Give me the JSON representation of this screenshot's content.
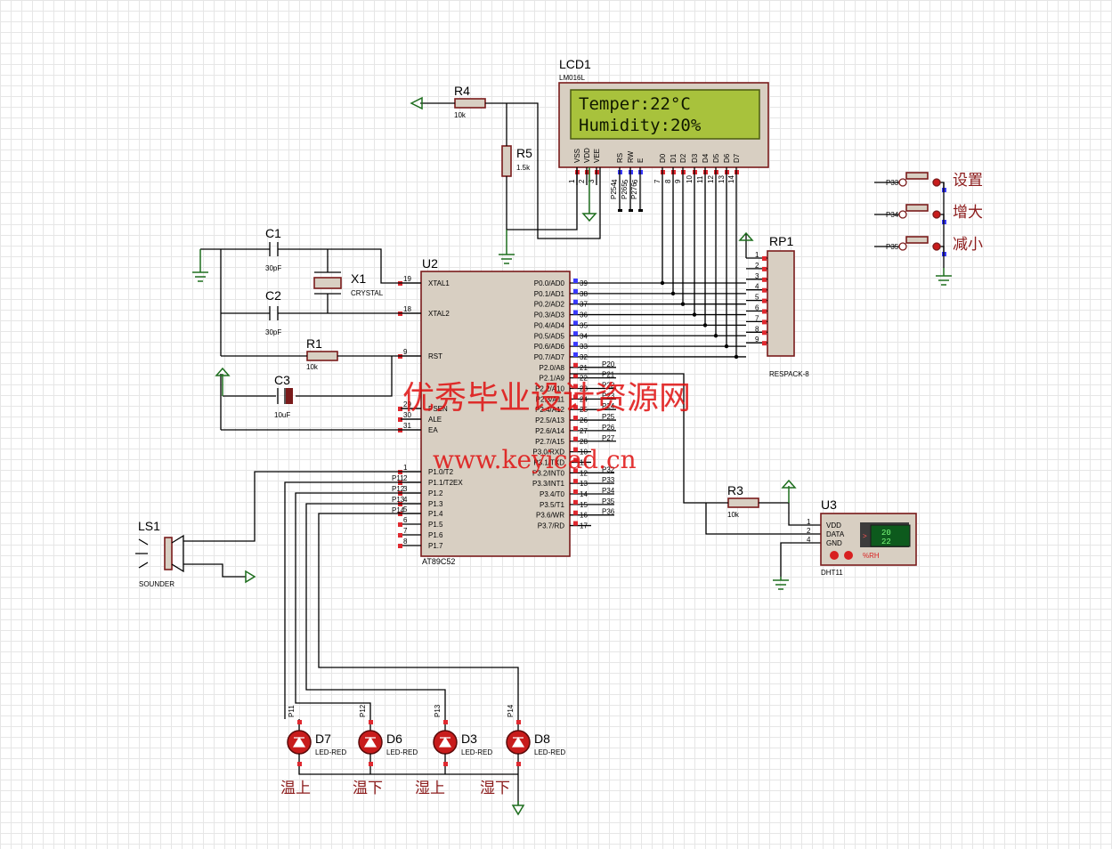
{
  "lcd": {
    "ref": "LCD1",
    "model": "LM016L",
    "line1": "Temper:22°C",
    "line2": "Humidity:20%",
    "pins": [
      "VSS",
      "VDD",
      "VEE",
      "RS",
      "RW",
      "E",
      "D0",
      "D1",
      "D2",
      "D3",
      "D4",
      "D5",
      "D6",
      "D7"
    ],
    "pin_nums": [
      "1",
      "2",
      "3",
      "4",
      "5",
      "6",
      "7",
      "8",
      "9",
      "10",
      "11",
      "12",
      "13",
      "14"
    ],
    "nets": [
      "P254",
      "P265",
      "P276"
    ]
  },
  "mcu": {
    "ref": "U2",
    "model": "AT89C52",
    "left_pins": [
      {
        "num": "19",
        "name": "XTAL1"
      },
      {
        "num": "18",
        "name": "XTAL2"
      },
      {
        "num": "9",
        "name": "RST"
      },
      {
        "num": "29",
        "name": "PSEN"
      },
      {
        "num": "30",
        "name": "ALE"
      },
      {
        "num": "31",
        "name": "EA"
      },
      {
        "num": "1",
        "name": "P1.0/T2"
      },
      {
        "num": "2",
        "name": "P1.1/T2EX"
      },
      {
        "num": "3",
        "name": "P1.2"
      },
      {
        "num": "4",
        "name": "P1.3"
      },
      {
        "num": "5",
        "name": "P1.4"
      },
      {
        "num": "6",
        "name": "P1.5"
      },
      {
        "num": "7",
        "name": "P1.6"
      },
      {
        "num": "8",
        "name": "P1.7"
      }
    ],
    "right_pins": [
      {
        "num": "39",
        "name": "P0.0/AD0"
      },
      {
        "num": "38",
        "name": "P0.1/AD1"
      },
      {
        "num": "37",
        "name": "P0.2/AD2"
      },
      {
        "num": "36",
        "name": "P0.3/AD3"
      },
      {
        "num": "35",
        "name": "P0.4/AD4"
      },
      {
        "num": "34",
        "name": "P0.5/AD5"
      },
      {
        "num": "33",
        "name": "P0.6/AD6"
      },
      {
        "num": "32",
        "name": "P0.7/AD7"
      },
      {
        "num": "21",
        "name": "P2.0/A8"
      },
      {
        "num": "22",
        "name": "P2.1/A9"
      },
      {
        "num": "23",
        "name": "P2.2/A10"
      },
      {
        "num": "24",
        "name": "P2.3/A11"
      },
      {
        "num": "25",
        "name": "P2.4/A12"
      },
      {
        "num": "26",
        "name": "P2.5/A13"
      },
      {
        "num": "27",
        "name": "P2.6/A14"
      },
      {
        "num": "28",
        "name": "P2.7/A15"
      },
      {
        "num": "10",
        "name": "P3.0/RXD"
      },
      {
        "num": "11",
        "name": "P3.1/TXD"
      },
      {
        "num": "12",
        "name": "P3.2/INT0"
      },
      {
        "num": "13",
        "name": "P3.3/INT1"
      },
      {
        "num": "14",
        "name": "P3.4/T0"
      },
      {
        "num": "15",
        "name": "P3.5/T1"
      },
      {
        "num": "16",
        "name": "P3.6/WR"
      },
      {
        "num": "17",
        "name": "P3.7/RD"
      }
    ],
    "p1_nets": [
      "P11",
      "P12",
      "P13",
      "P14"
    ],
    "p2_nets": [
      "P20",
      "P21",
      "P22",
      "P23",
      "P24",
      "P25",
      "P26",
      "P27"
    ],
    "p3_nets": [
      "P32",
      "P33",
      "P34",
      "P35",
      "P36"
    ]
  },
  "components": {
    "c1": {
      "ref": "C1",
      "value": "30pF"
    },
    "c2": {
      "ref": "C2",
      "value": "30pF"
    },
    "c3": {
      "ref": "C3",
      "value": "10uF"
    },
    "x1": {
      "ref": "X1",
      "value": "CRYSTAL"
    },
    "r1": {
      "ref": "R1",
      "value": "10k"
    },
    "r3": {
      "ref": "R3",
      "value": "10k"
    },
    "r4": {
      "ref": "R4",
      "value": "10k"
    },
    "r5": {
      "ref": "R5",
      "value": "1.5k"
    },
    "rp1": {
      "ref": "RP1",
      "value": "RESPACK-8",
      "pins": [
        "1",
        "2",
        "3",
        "4",
        "5",
        "6",
        "7",
        "8",
        "9"
      ]
    },
    "ls1": {
      "ref": "LS1",
      "value": "SOUNDER"
    },
    "u3": {
      "ref": "U3",
      "value": "DHT11",
      "pins": [
        "VDD",
        "DATA",
        "GND"
      ],
      "pin_nums": [
        "1",
        "2",
        "4"
      ],
      "display_top": "20",
      "display_bottom": "22",
      "rh": "%RH"
    }
  },
  "buttons": [
    {
      "net": "P33",
      "label": "设置"
    },
    {
      "net": "P34",
      "label": "增大"
    },
    {
      "net": "P35",
      "label": "减小"
    }
  ],
  "leds": [
    {
      "ref": "D7",
      "value": "LED-RED",
      "net": "P11",
      "label": "温上"
    },
    {
      "ref": "D6",
      "value": "LED-RED",
      "net": "P12",
      "label": "温下"
    },
    {
      "ref": "D3",
      "value": "LED-RED",
      "net": "P13",
      "label": "湿上"
    },
    {
      "ref": "D8",
      "value": "LED-RED",
      "net": "P14",
      "label": "湿下"
    }
  ],
  "watermark": {
    "line1": "优秀毕业设计资源网",
    "line2": "www.keyicad.cn"
  },
  "colors": {
    "wire": "#000000",
    "ground": "#1e6e1e",
    "component_body": "#d8cfc2",
    "component_border": "#7a1b1b",
    "pin_red": "#e0282f",
    "pin_blue": "#3a3aff",
    "lcd_screen": "#a8c23c",
    "label": "#8b1a1a"
  }
}
